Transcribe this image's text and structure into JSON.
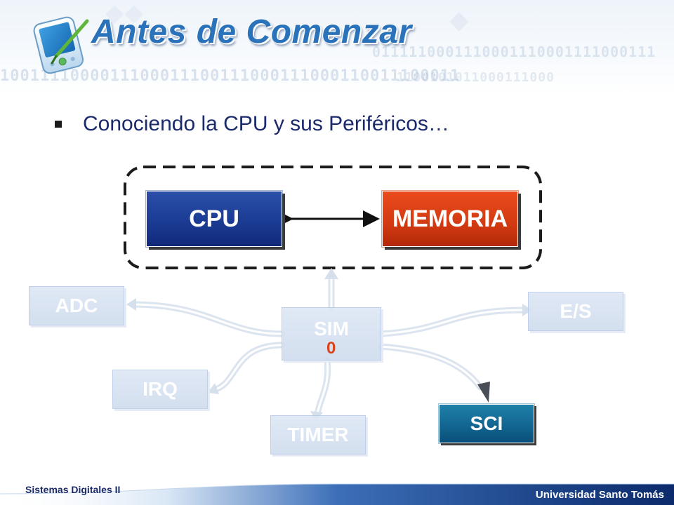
{
  "slide": {
    "title": "Antes de Comenzar",
    "bullet": "Conociendo la CPU y sus Periféricos…"
  },
  "diagram": {
    "core": {
      "cpu": "CPU",
      "memoria": "MEMORIA"
    },
    "peripherals": {
      "adc": "ADC",
      "es": "E/S",
      "sim": "SIM",
      "irq": "IRQ",
      "timer": "TIMER",
      "sci": "SCI"
    },
    "sim_marker": "0"
  },
  "footer": {
    "course": "Sistemas Digitales II",
    "university": "Universidad Santo Tomás"
  },
  "colors": {
    "title_blue": "#2a73bb",
    "cpu_blue": "#1a3a92",
    "memoria_red": "#d23a12",
    "sci_teal": "#11648f",
    "faded_box": "#cfdcee",
    "footer_navy": "#0b2a6b"
  },
  "icons": {
    "logo": "pda-stylus-icon",
    "bullet": "square-bullet-icon"
  }
}
